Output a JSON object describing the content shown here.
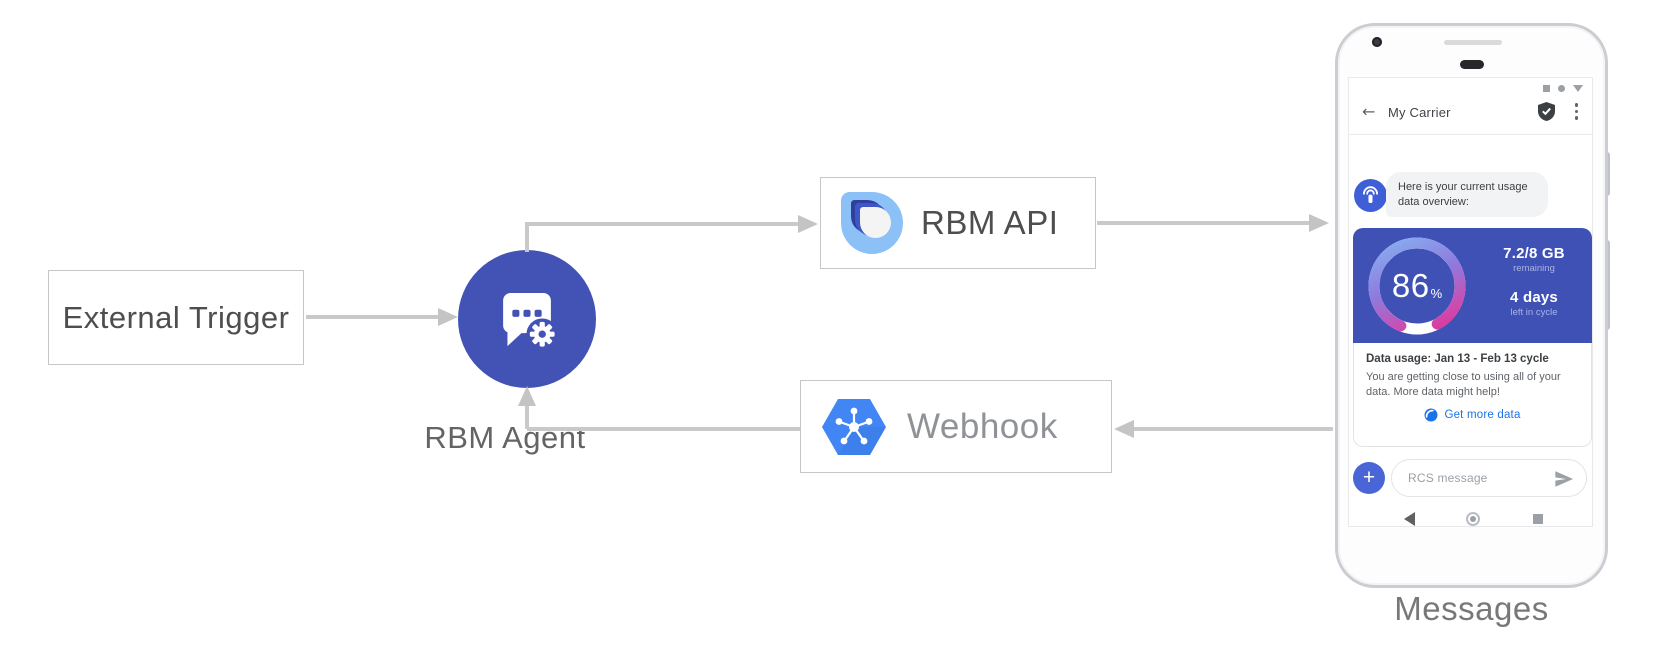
{
  "colors": {
    "indigo_card": "#3f51b5",
    "agent_circle": "#4252b5",
    "gcp_blue": "#4285f4",
    "link_blue": "#1a73e8",
    "arrow_gray": "#c9c9c9",
    "gauge_gradient_start": "#85b5f3",
    "gauge_gradient_end": "#ea2b8b"
  },
  "diagram": {
    "external_trigger_label": "External Trigger",
    "rbm_agent_label": "RBM Agent",
    "rbm_api_label": "RBM API",
    "webhook_label": "Webhook",
    "phone_caption": "Messages"
  },
  "phone": {
    "header": {
      "back_glyph": "←",
      "title": "My Carrier"
    },
    "conversation": {
      "agent_message": "Here is your current usage data overview:"
    },
    "usage_card": {
      "percent": "86",
      "percent_symbol": "%",
      "remaining_value": "7.2/8 GB",
      "remaining_label": "remaining",
      "days_value": "4 days",
      "days_label": "left in cycle",
      "info_title": "Data usage: Jan 13 - Feb 13 cycle",
      "info_body": "You are getting close to using all of your data. More data might help!",
      "action_label": "Get more data"
    },
    "compose": {
      "plus_glyph": "+",
      "placeholder": "RCS message"
    }
  },
  "gauge": {
    "type": "donut",
    "percent_used": 86,
    "value_text": "7.2/8 GB remaining",
    "cycle_text": "4 days left in cycle"
  }
}
